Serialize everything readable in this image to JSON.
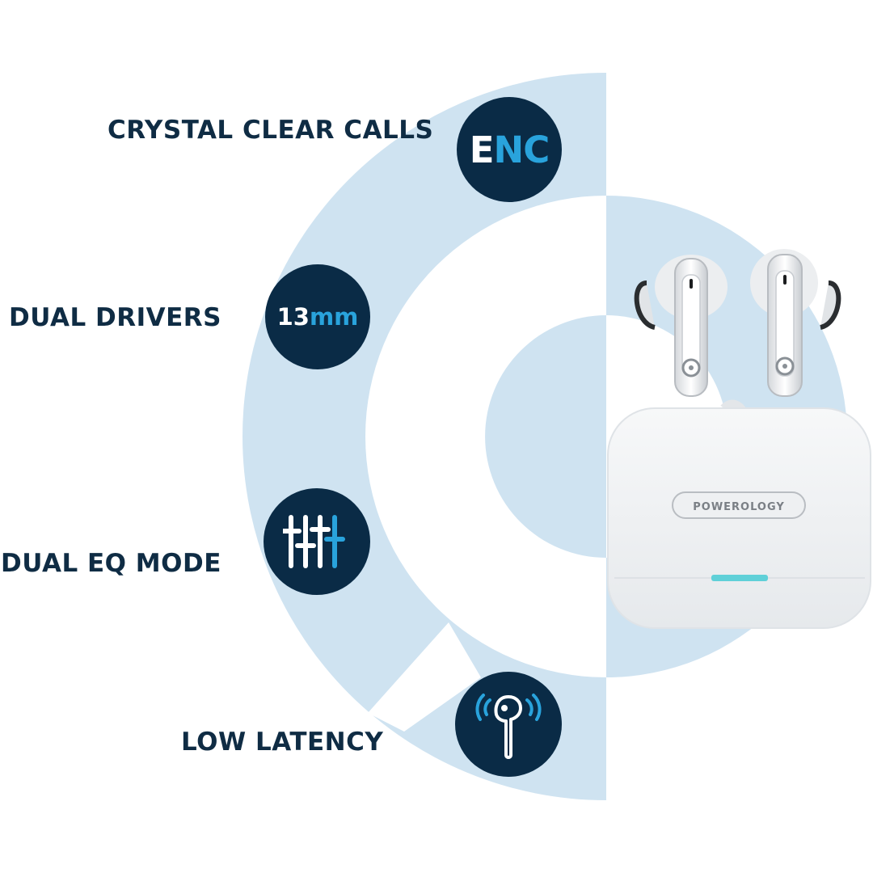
{
  "colors": {
    "navy": "#0a2b46",
    "text_navy": "#0f2c44",
    "accent_blue": "#29a3dc",
    "pale_blue": "#cfe3f1",
    "teal_led": "#5fd0d8"
  },
  "features": [
    {
      "label": "CRYSTAL CLEAR CALLS",
      "icon": "enc-badge-icon",
      "badge_main": "E",
      "badge_accent": "NC"
    },
    {
      "label": "DUAL DRIVERS",
      "icon": "driver-size-badge-icon",
      "badge_main": "13",
      "badge_accent": "mm"
    },
    {
      "label": "DUAL EQ MODE",
      "icon": "equalizer-sliders-icon"
    },
    {
      "label": "LOW LATENCY",
      "icon": "earbud-signal-icon"
    }
  ],
  "product": {
    "brand": "POWEROLOGY",
    "icon": "earbuds-charging-case"
  }
}
